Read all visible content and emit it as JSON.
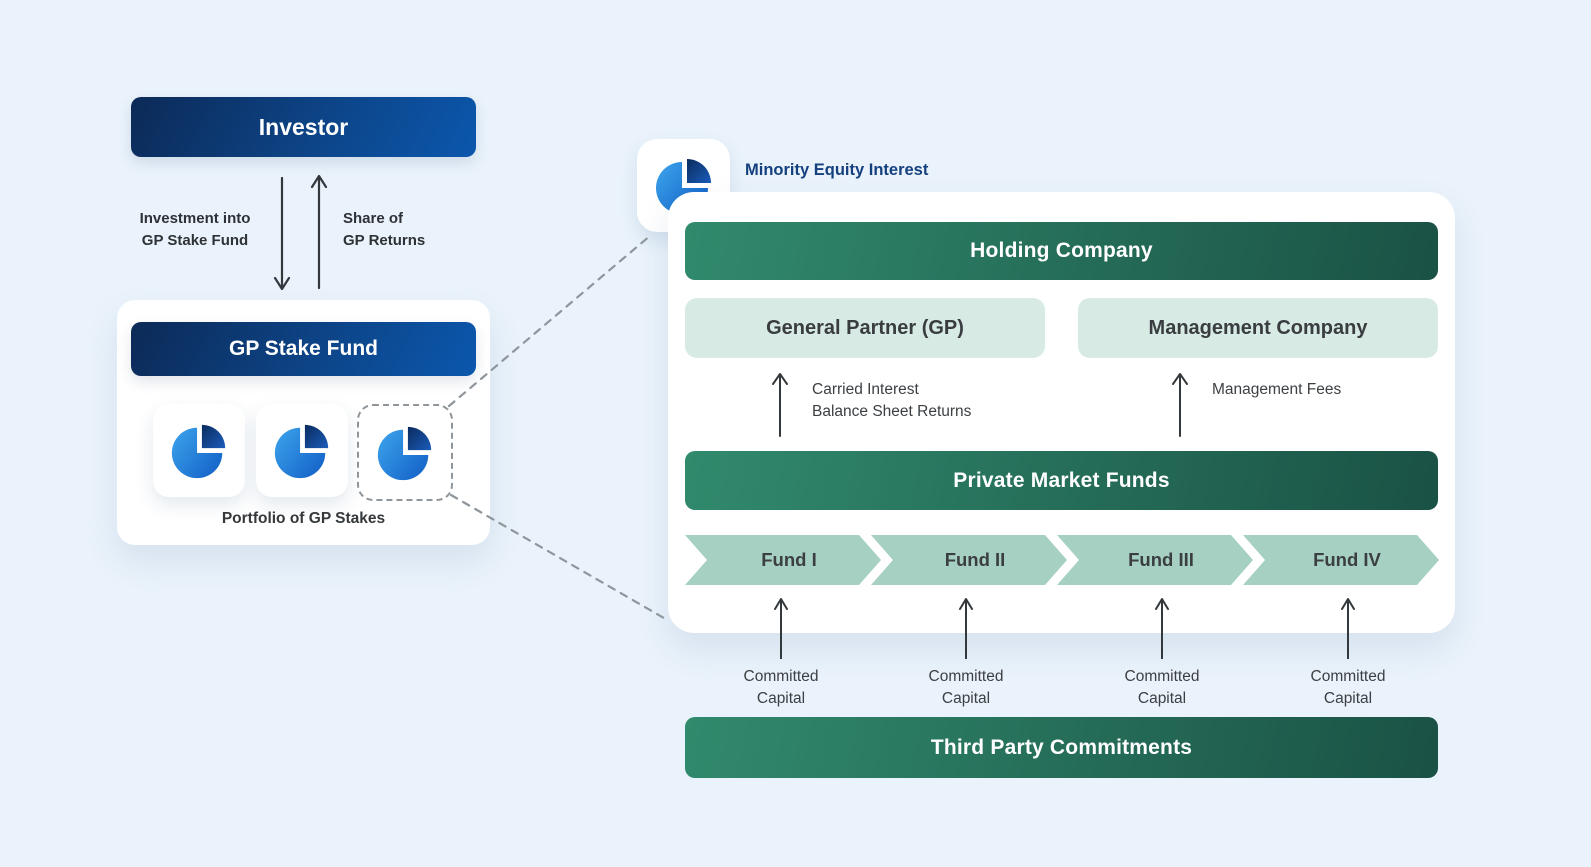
{
  "colors": {
    "bg": "#eaf3fb",
    "blueDark": "#0c2a57",
    "blueMid": "#0d4385",
    "blueBright": "#0b57ad",
    "greenLight": "#318a6d",
    "greenDark": "#1a5245",
    "boxGreen": "#d8eae4",
    "chevronGreen": "#a6d0c2",
    "navyLabel": "#15407f",
    "textDark": "#3a3e41",
    "arrow": "#33383c",
    "dash": "#8f969b",
    "pieBlueA": "#3aa0ea",
    "pieBlueB": "#1360c6",
    "pieNavyA": "#0a2b5e",
    "pieNavyB": "#1b5cba"
  },
  "left": {
    "investor_label": "Investor",
    "investment_flow": {
      "line1": "Investment into",
      "line2": "GP Stake Fund"
    },
    "returns_flow": {
      "line1": "Share of",
      "line2": "GP Returns"
    },
    "fund_header": "GP Stake Fund",
    "portfolio_caption": "Portfolio of GP Stakes",
    "tile_icons": [
      "pie-chart-icon",
      "pie-chart-icon",
      "pie-chart-icon"
    ]
  },
  "right": {
    "minority_label": "Minority Equity Interest",
    "minority_icon": "pie-chart-icon",
    "holding_label": "Holding Company",
    "general_partner_label": "General Partner (GP)",
    "management_company_label": "Management Company",
    "carried_flow": {
      "line1": "Carried Interest",
      "line2": "Balance Sheet Returns"
    },
    "fees_flow": {
      "label": "Management Fees"
    },
    "private_market_label": "Private Market Funds",
    "funds": [
      {
        "label": "Fund I"
      },
      {
        "label": "Fund II"
      },
      {
        "label": "Fund III"
      },
      {
        "label": "Fund IV"
      }
    ],
    "committed": [
      {
        "line1": "Committed",
        "line2": "Capital"
      },
      {
        "line1": "Committed",
        "line2": "Capital"
      },
      {
        "line1": "Committed",
        "line2": "Capital"
      },
      {
        "line1": "Committed",
        "line2": "Capital"
      }
    ],
    "third_party_label": "Third Party Commitments"
  }
}
